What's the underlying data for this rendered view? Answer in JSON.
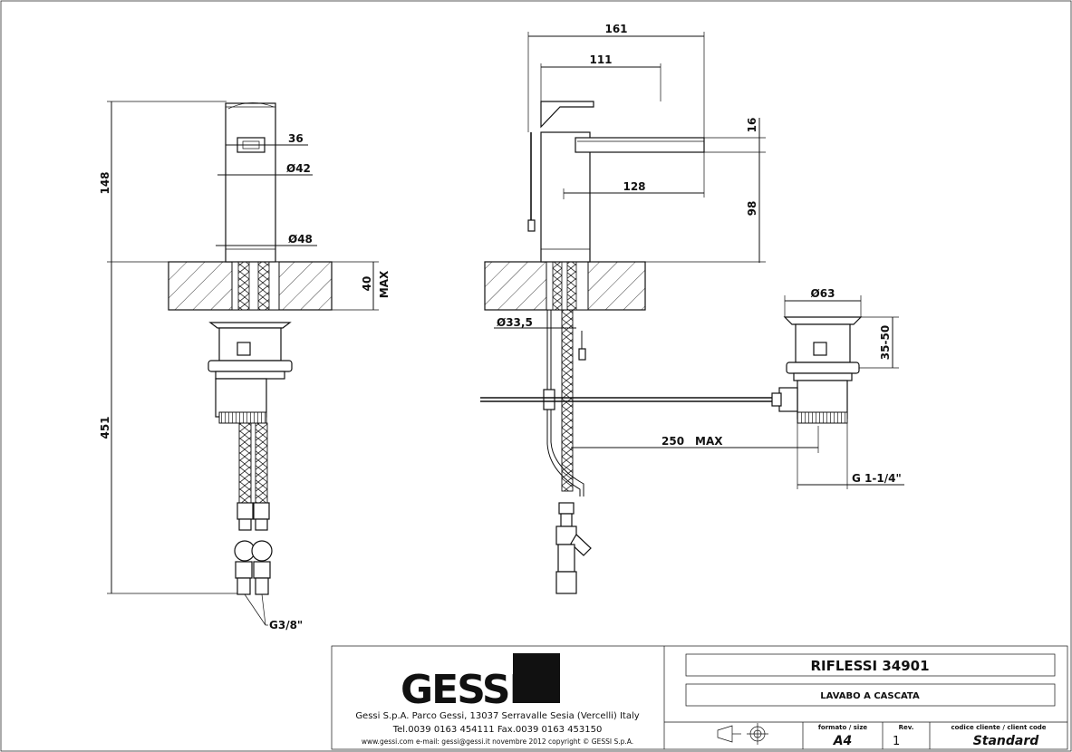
{
  "dimensions": {
    "front": {
      "height_body": "148",
      "lever_width": "36",
      "spout_diameter": "Ø42",
      "base_diameter": "Ø48",
      "deck_thickness": "40",
      "deck_thickness_note": "MAX",
      "below_deck": "451",
      "connection": "G3/8\""
    },
    "side": {
      "total_length": "161",
      "lever_length": "111",
      "spout_reach": "128",
      "spout_thickness": "16",
      "spout_height": "98",
      "shank_diameter": "Ø33,5",
      "rod_length": "250",
      "rod_length_note": "MAX"
    },
    "waste": {
      "diameter": "Ø63",
      "height": "35-50",
      "thread": "G 1-1/4\""
    }
  },
  "title_block": {
    "logo_text": "GESSI",
    "company_line1": "Gessi S.p.A. Parco Gessi, 13037 Serravalle Sesia (Vercelli) Italy",
    "company_line2": "Tel.0039  0163  454111  Fax.0039  0163  453150",
    "company_line3": "www.gessi.com  e-mail: gessi@gessi.it  novembre 2012  copyright © GESSI  S.p.A.",
    "product_name": "RIFLESSI  34901",
    "product_desc": "LAVABO A CASCATA",
    "format_label": "formato / size",
    "format_value": "A4",
    "rev_label": "Rev.",
    "rev_value": "1",
    "client_code_label": "codice cliente / client code",
    "client_code_value": "Standard"
  },
  "icons": [
    "projection-symbol-icon"
  ],
  "colors": {
    "ink": "#111111",
    "paper": "#ffffff"
  }
}
